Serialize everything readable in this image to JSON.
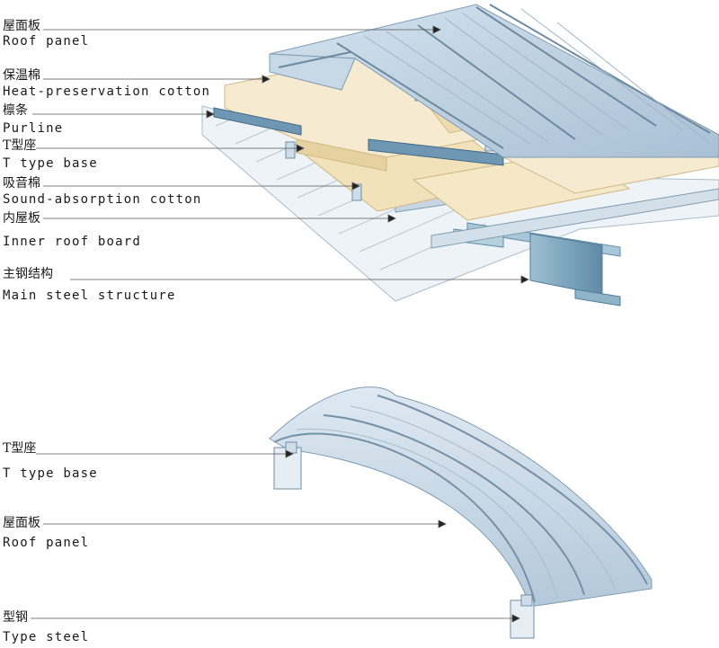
{
  "top_diagram": {
    "labels": [
      {
        "id": "roof-panel",
        "zh": "屋面板",
        "en": "Roof panel"
      },
      {
        "id": "heat-preservation-cotton",
        "zh": "保温棉",
        "en": "Heat-preservation cotton"
      },
      {
        "id": "purline",
        "zh": "檩条",
        "en": "Purline"
      },
      {
        "id": "t-type-base",
        "zh": "T型座",
        "en": "T type base"
      },
      {
        "id": "sound-absorption-cotton",
        "zh": "吸音棉",
        "en": "Sound-absorption cotton"
      },
      {
        "id": "inner-roof-board",
        "zh": "内屋板",
        "en": "Inner roof board"
      },
      {
        "id": "main-steel-structure",
        "zh": "主钢结构",
        "en": "Main steel structure"
      }
    ]
  },
  "bottom_diagram": {
    "labels": [
      {
        "id": "t-type-base",
        "zh": "T型座",
        "en": "T type base"
      },
      {
        "id": "roof-panel",
        "zh": "屋面板",
        "en": "Roof panel"
      },
      {
        "id": "type-steel",
        "zh": "型钢",
        "en": "Type steel"
      }
    ]
  },
  "colors": {
    "panel": "#b9cedf",
    "panel_dark": "#8fa9c0",
    "panel_light": "#dbe7f1",
    "insulation": "#f3e6c4",
    "insulation_side": "#e3cf9f",
    "steel": "#7fa6bd",
    "leader": "#333333"
  }
}
